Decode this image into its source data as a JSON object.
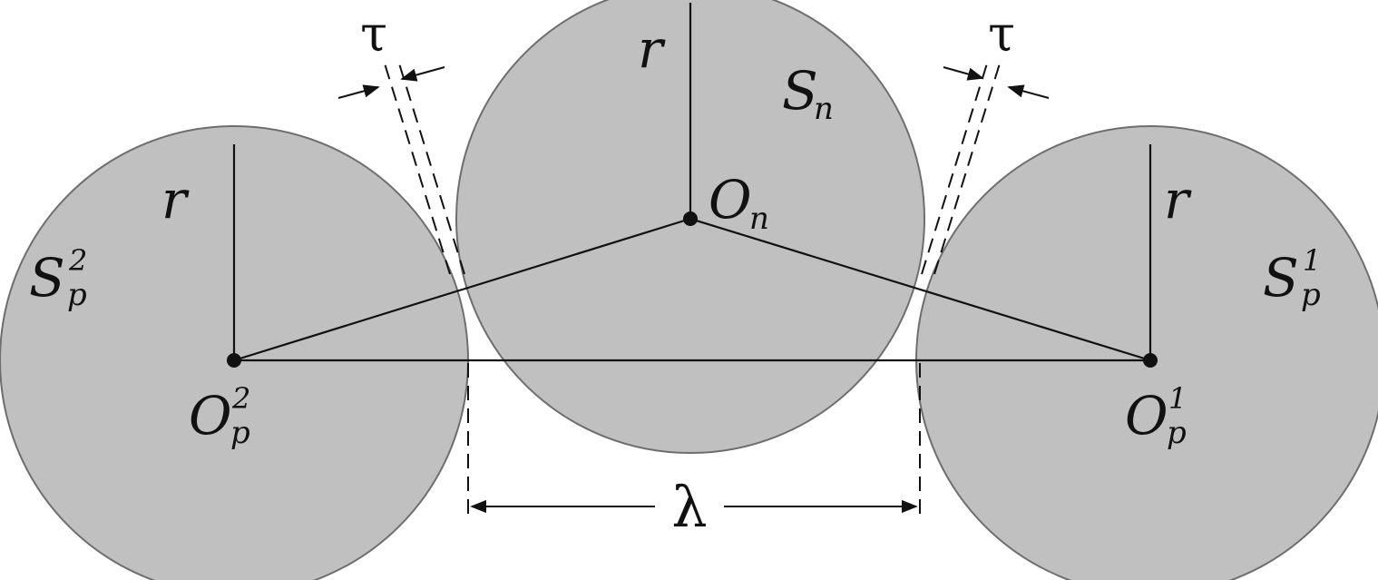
{
  "labels": {
    "radius": "r",
    "tau": "τ",
    "lambda": "λ",
    "circle_n": {
      "base": "S",
      "sub": "n"
    },
    "circle_p1": {
      "base": "S",
      "sub": "p",
      "sup": "1"
    },
    "circle_p2": {
      "base": "S",
      "sub": "p",
      "sup": "2"
    },
    "center_n": {
      "base": "O",
      "sub": "n"
    },
    "center_p1": {
      "base": "O",
      "sub": "p",
      "sup": "1"
    },
    "center_p2": {
      "base": "O",
      "sub": "p",
      "sup": "2"
    }
  },
  "colors": {
    "circle_fill": "#c0c0c0",
    "circle_stroke": "#6e6e6e",
    "ink": "#111111"
  }
}
